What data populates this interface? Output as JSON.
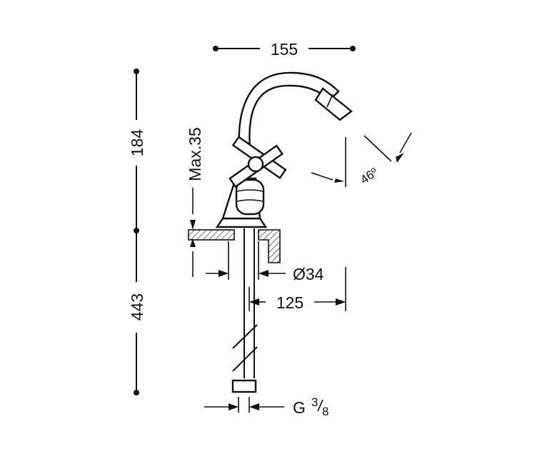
{
  "drawing": {
    "dimensions": {
      "width_top": "155",
      "spout_height": "184",
      "max_thickness": "Max.35",
      "body_height": "443",
      "hole_diameter": "Ø34",
      "reach": "125",
      "angle": "46º",
      "connection_thread_letter": "G",
      "connection_thread_num": "3",
      "connection_thread_den": "8"
    },
    "colors": {
      "ink": "#111111",
      "background": "#ffffff"
    }
  }
}
